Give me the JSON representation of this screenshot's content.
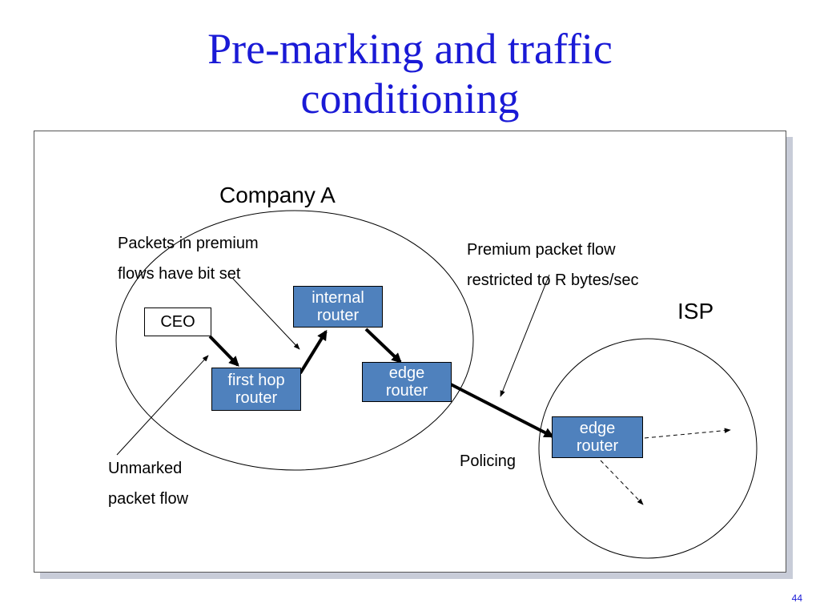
{
  "title": {
    "line1": "Pre-marking and traffic",
    "line2": "conditioning"
  },
  "regions": {
    "company": "Company A",
    "isp": "ISP"
  },
  "nodes": {
    "ceo": "CEO",
    "first_hop": {
      "line1": "first hop",
      "line2": "router"
    },
    "internal": {
      "line1": "internal",
      "line2": "router"
    },
    "edge_a": {
      "line1": "edge",
      "line2": "router"
    },
    "edge_isp": {
      "line1": "edge",
      "line2": "router"
    }
  },
  "annotations": {
    "premium": {
      "line1": "Packets in premium",
      "line2": "flows have bit set"
    },
    "restricted": {
      "line1": "Premium packet flow",
      "line2": "restricted to R bytes/sec"
    },
    "unmarked": {
      "line1": "Unmarked",
      "line2": "packet flow"
    },
    "policing": "Policing"
  },
  "page_number": "44"
}
